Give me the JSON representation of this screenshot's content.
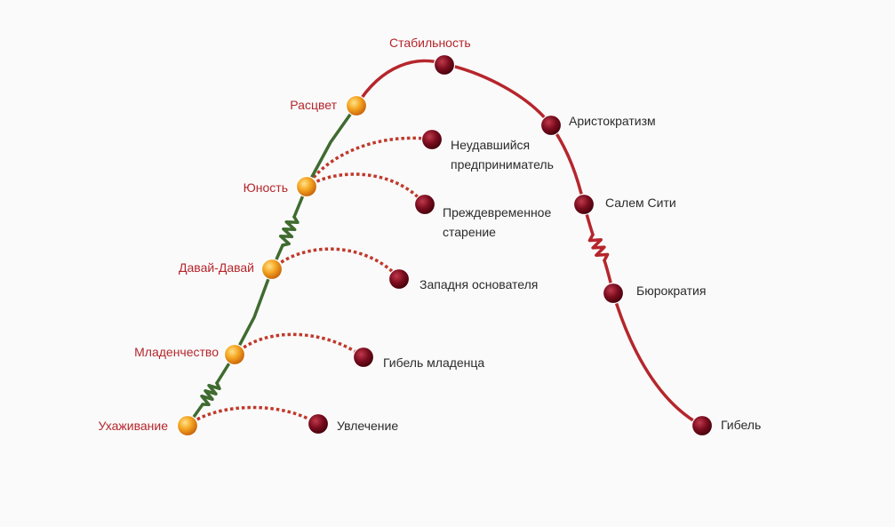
{
  "diagram": {
    "growth_stages": [
      {
        "label": "Ухаживание"
      },
      {
        "label": "Младенчество"
      },
      {
        "label": "Давай-Давай"
      },
      {
        "label": "Юность"
      },
      {
        "label": "Расцвет"
      }
    ],
    "peak_stage": {
      "label": "Стабильность"
    },
    "decline_stages": [
      {
        "label": "Аристократизм"
      },
      {
        "label": "Салем Сити"
      },
      {
        "label": "Бюрократия"
      },
      {
        "label": "Гибель"
      }
    ],
    "failure_outcomes": [
      {
        "label": "Увлечение"
      },
      {
        "label": "Гибель младенца"
      },
      {
        "label": "Западня основателя"
      },
      {
        "label": "Преждевременное старение"
      },
      {
        "label": "Неудавшийся предприниматель"
      }
    ],
    "colors": {
      "growth_line": "#3f6b30",
      "decline_line": "#b5262c",
      "failure_dots": "#c0392b",
      "growth_node": "#f0a020",
      "decline_node": "#6e0a1a",
      "label_red": "#b5262c",
      "label_dark": "#2b2b2b",
      "background": "#fafafa"
    }
  }
}
